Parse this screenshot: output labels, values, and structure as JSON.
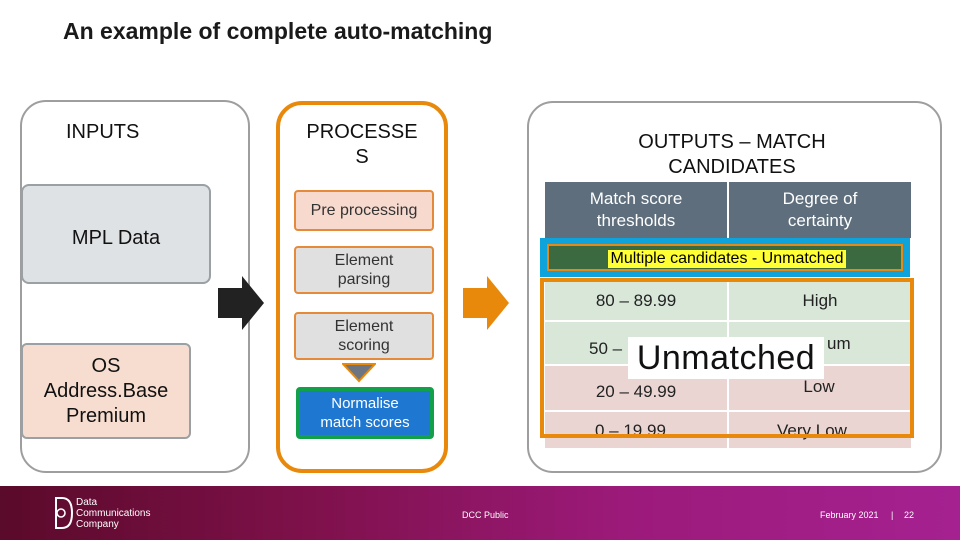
{
  "slide": {
    "title": "An example of complete auto-matching"
  },
  "inputs": {
    "heading": "INPUTS",
    "mpl": "MPL Data",
    "os_line1": "OS",
    "os_line2": "Address.Base",
    "os_line3": "Premium"
  },
  "processes": {
    "heading_line1": "PROCESSE",
    "heading_line2": "S",
    "step1": "Pre processing",
    "step2_line1": "Element",
    "step2_line2": "parsing",
    "step3_line1": "Element",
    "step3_line2": "scoring",
    "step4_line1": "Normalise",
    "step4_line2": "match scores"
  },
  "outputs": {
    "heading_line1": "OUTPUTS – MATCH",
    "heading_line2": "CANDIDATES",
    "col1_line1": "Match score",
    "col1_line2": "thresholds",
    "col2_line1": "Degree of",
    "col2_line2": "certainty",
    "multiple_label": "Multiple candidates - Unmatched",
    "unmatched_label": "Unmatched",
    "rows": [
      {
        "score": "80 – 89.99",
        "certainty": "High"
      },
      {
        "score": "50 –",
        "certainty": "um"
      },
      {
        "score": "20 – 49.99",
        "certainty": "Low"
      },
      {
        "score": "0 – 19.99",
        "certainty": "Very Low"
      }
    ]
  },
  "footer": {
    "logo_line1": "Data",
    "logo_line2": "Communications",
    "logo_line3": "Company",
    "classification": "DCC Public",
    "date": "February 2021",
    "separator": "|",
    "page": "22"
  },
  "colors": {
    "accent_orange": "#e8890c",
    "header_slate": "#5e6e7c",
    "normalise_blue": "#1e78d2",
    "footer_purple": "#9c1a7a"
  }
}
